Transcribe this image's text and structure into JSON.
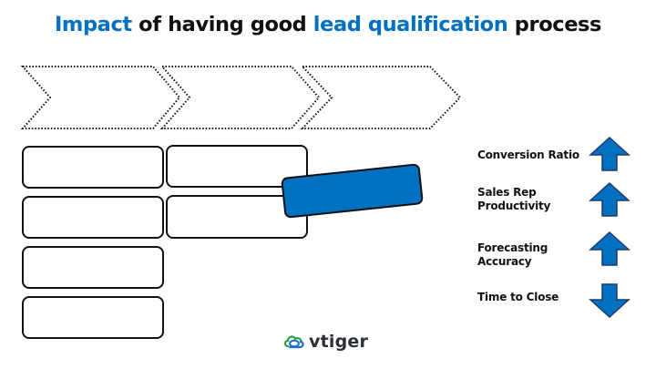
{
  "title": {
    "part1": "Impact",
    "part2": " of having good ",
    "part3": "lead qualification",
    "part4": " process",
    "accent_color": "#0070C0"
  },
  "process_chevrons": [
    {
      "label": ""
    },
    {
      "label": ""
    },
    {
      "label": ""
    }
  ],
  "boxes": {
    "column1": [
      "",
      "",
      "",
      ""
    ],
    "column2": [
      "",
      ""
    ]
  },
  "highlight_box": {
    "label": "",
    "color": "#0070C0"
  },
  "metrics": [
    {
      "label": "Conversion Ratio",
      "direction": "up",
      "icon": "arrow-up-icon"
    },
    {
      "label": "Sales Rep Productivity",
      "line1": "Sales Rep",
      "line2": "Productivity",
      "direction": "up",
      "icon": "arrow-up-icon"
    },
    {
      "label": "Forecasting Accuracy",
      "line1": "Forecasting",
      "line2": "Accuracy",
      "direction": "up",
      "icon": "arrow-up-icon"
    },
    {
      "label": "Time to Close",
      "direction": "down",
      "icon": "arrow-down-icon"
    }
  ],
  "logo": {
    "text": "vtiger",
    "icon": "vtiger-cloud-icon"
  }
}
